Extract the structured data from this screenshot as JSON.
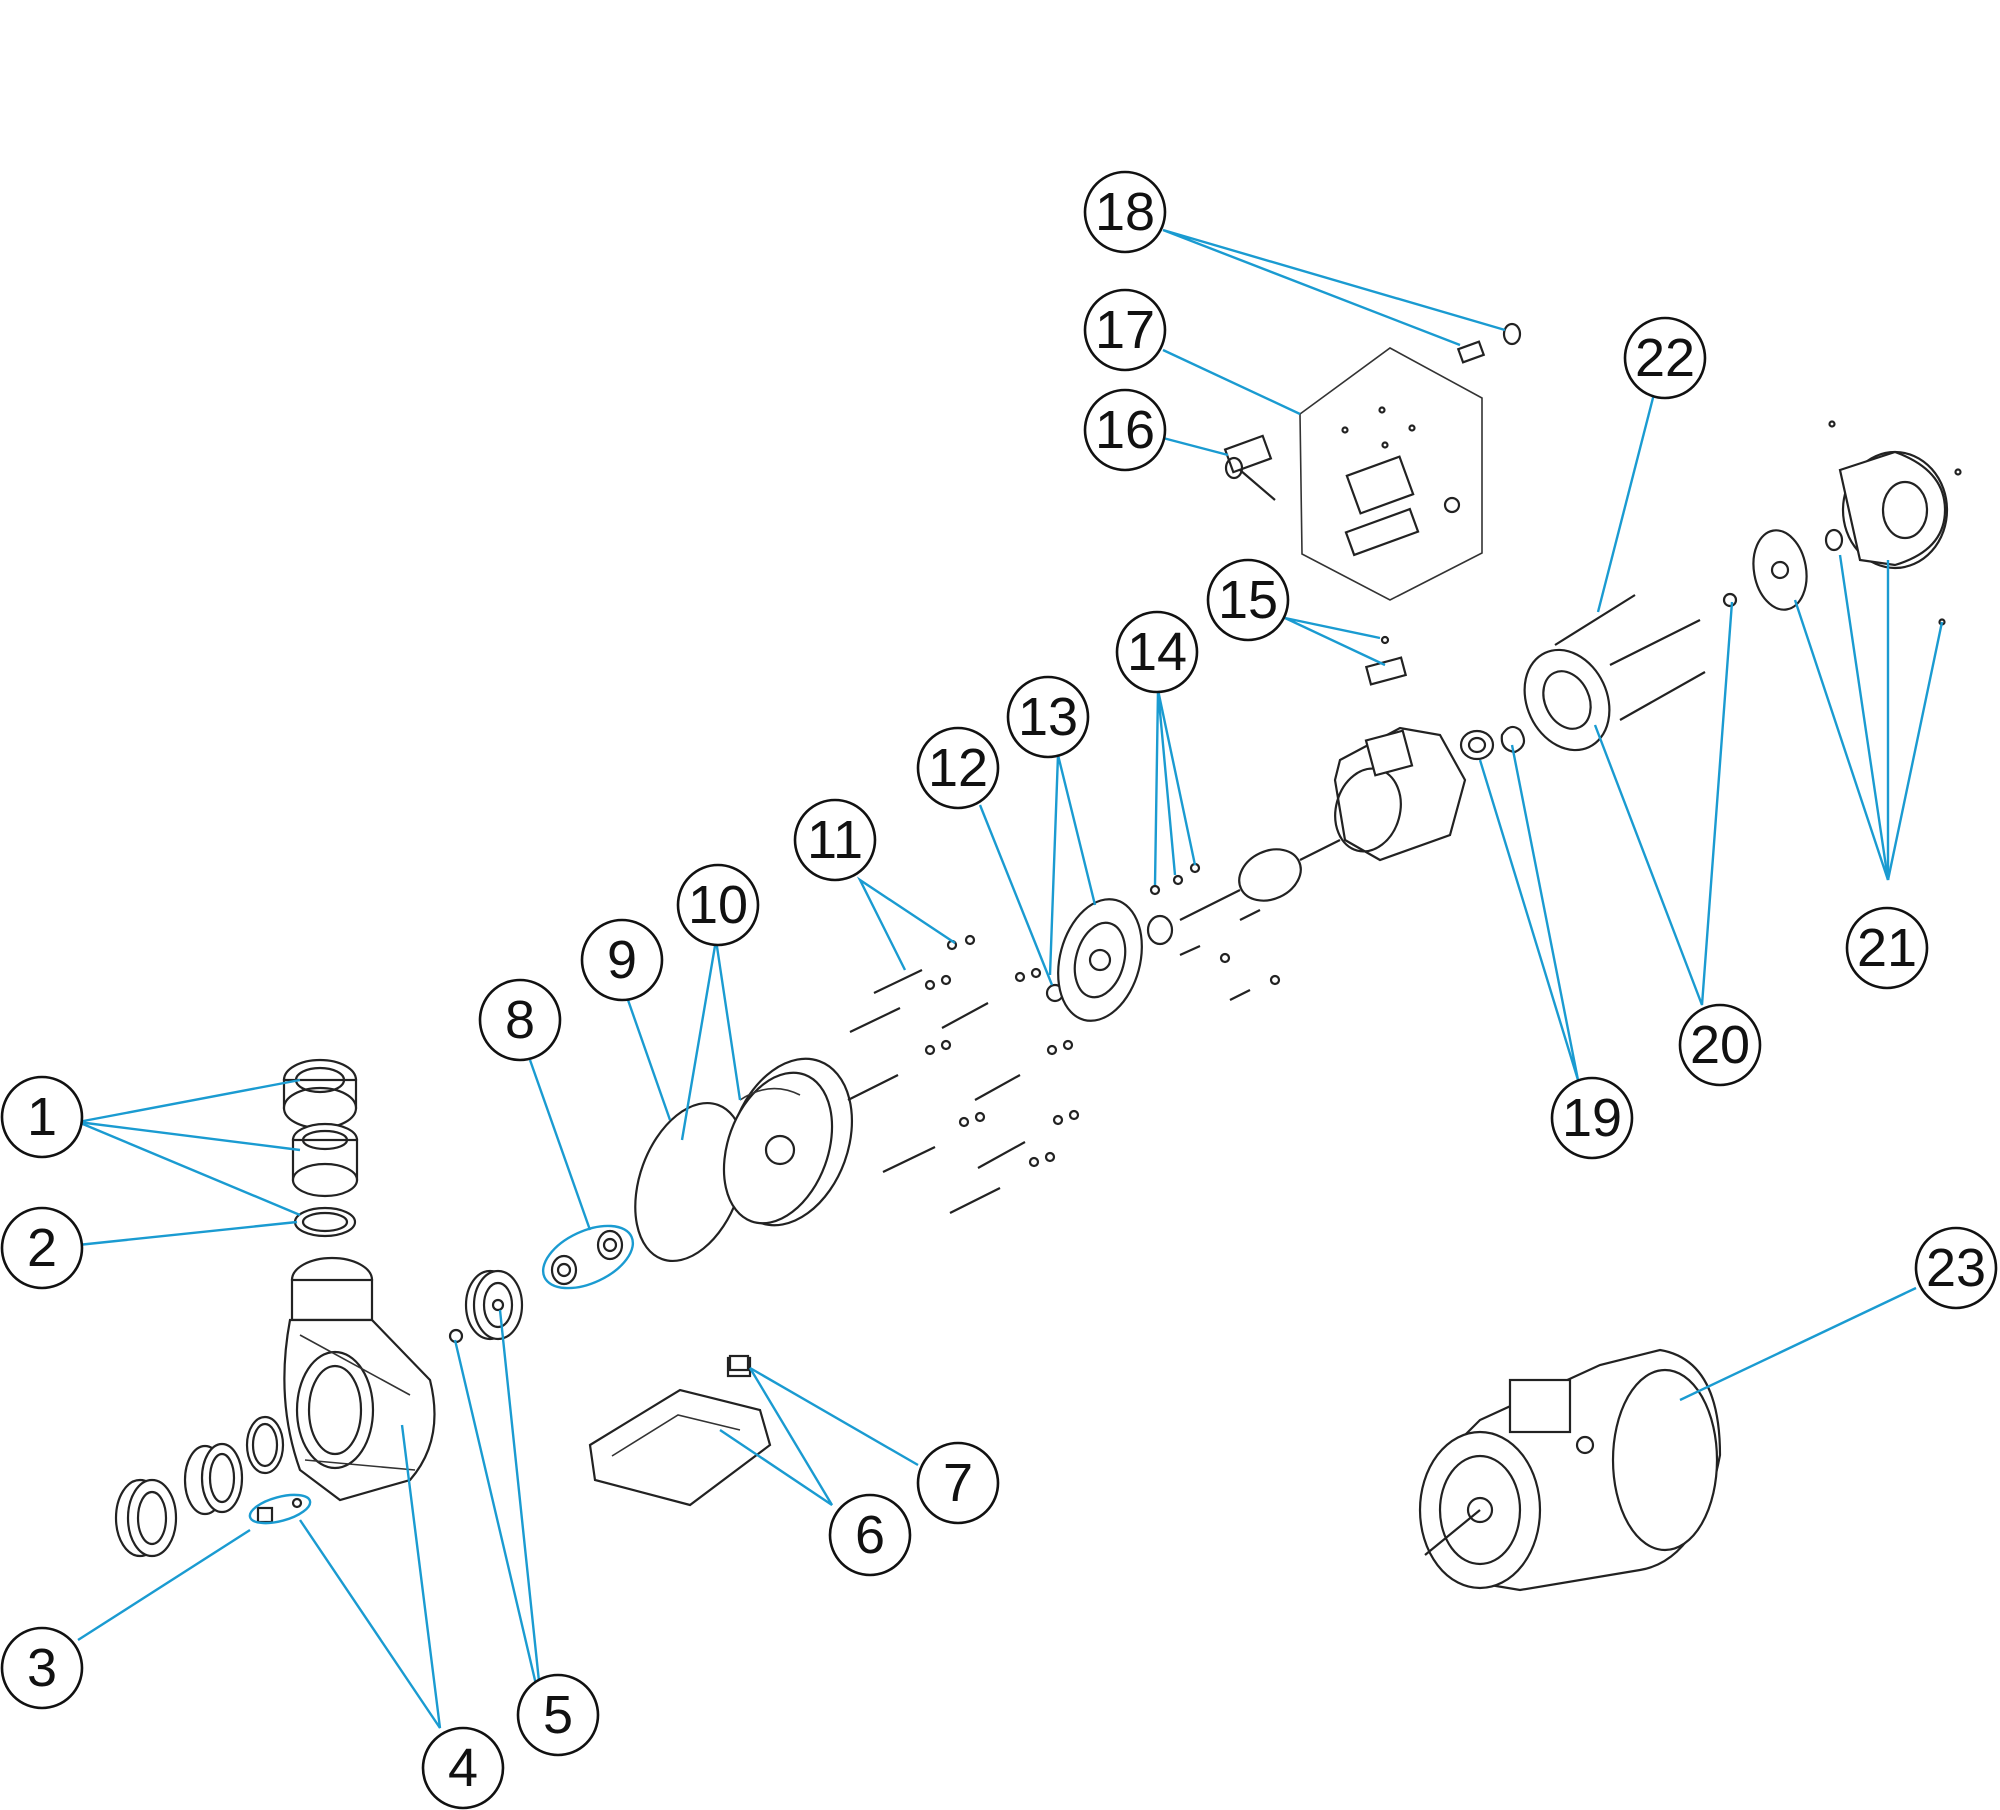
{
  "diagram": {
    "colors": {
      "leader": "#1a9bd1",
      "line": "#222222",
      "background": "#ffffff"
    },
    "callouts": [
      {
        "label": "1"
      },
      {
        "label": "2"
      },
      {
        "label": "3"
      },
      {
        "label": "4"
      },
      {
        "label": "5"
      },
      {
        "label": "6"
      },
      {
        "label": "7"
      },
      {
        "label": "8"
      },
      {
        "label": "9"
      },
      {
        "label": "10"
      },
      {
        "label": "11"
      },
      {
        "label": "12"
      },
      {
        "label": "13"
      },
      {
        "label": "14"
      },
      {
        "label": "15"
      },
      {
        "label": "16"
      },
      {
        "label": "17"
      },
      {
        "label": "18"
      },
      {
        "label": "19"
      },
      {
        "label": "20"
      },
      {
        "label": "21"
      },
      {
        "label": "22"
      },
      {
        "label": "23"
      }
    ]
  }
}
